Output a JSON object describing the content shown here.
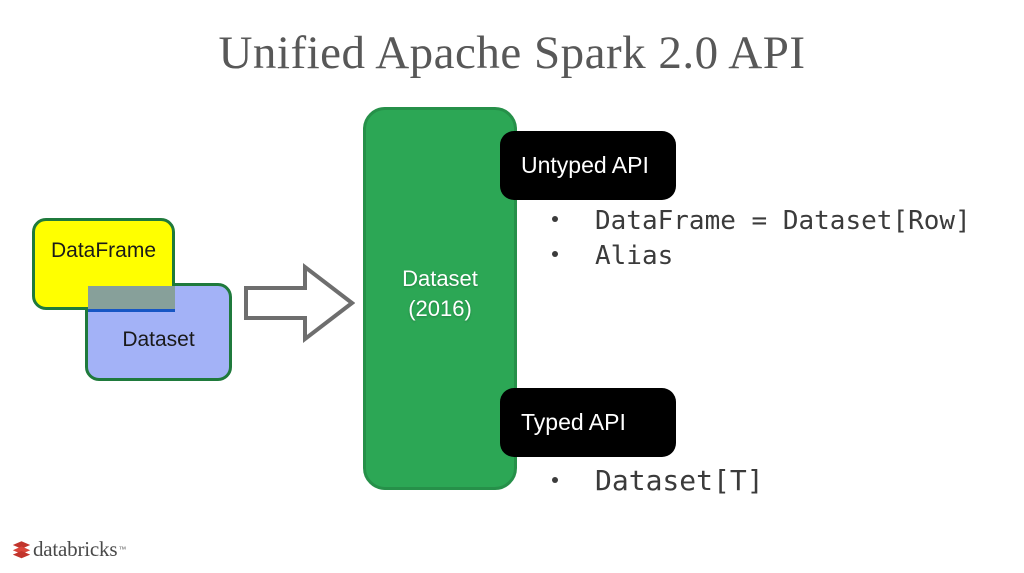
{
  "slide": {
    "title": "Unified Apache Spark 2.0 API",
    "background_color": "#ffffff",
    "title_color": "#585858"
  },
  "venn": {
    "dataframe": {
      "label": "DataFrame",
      "fill_color": "#ffff00",
      "border_color": "#1f7a3c"
    },
    "dataset": {
      "label": "Dataset",
      "fill_color": "#8fa3f7",
      "border_color": "#1f7a3c"
    },
    "overlap_color": "#87a09a"
  },
  "arrow": {
    "name": "right-block-arrow",
    "fill_color": "#ffffff",
    "stroke_color": "#6e6e6e"
  },
  "center_box": {
    "label_line1": "Dataset",
    "label_line2": "(2016)",
    "fill_color": "#2ca755",
    "border_color": "#269049",
    "text_color": "#ffffff"
  },
  "sections": [
    {
      "badge_label": "Untyped API",
      "badge_color": "#000000",
      "badge_text_color": "#ffffff",
      "bullets": [
        "DataFrame = Dataset[Row]",
        "Alias"
      ]
    },
    {
      "badge_label": "Typed API",
      "badge_color": "#000000",
      "badge_text_color": "#ffffff",
      "bullets": [
        "Dataset[T]"
      ]
    }
  ],
  "logo": {
    "wordmark": "databricks",
    "trademark": "™",
    "mark_color": "#c1342c",
    "wordmark_color": "#4a4a4a"
  }
}
